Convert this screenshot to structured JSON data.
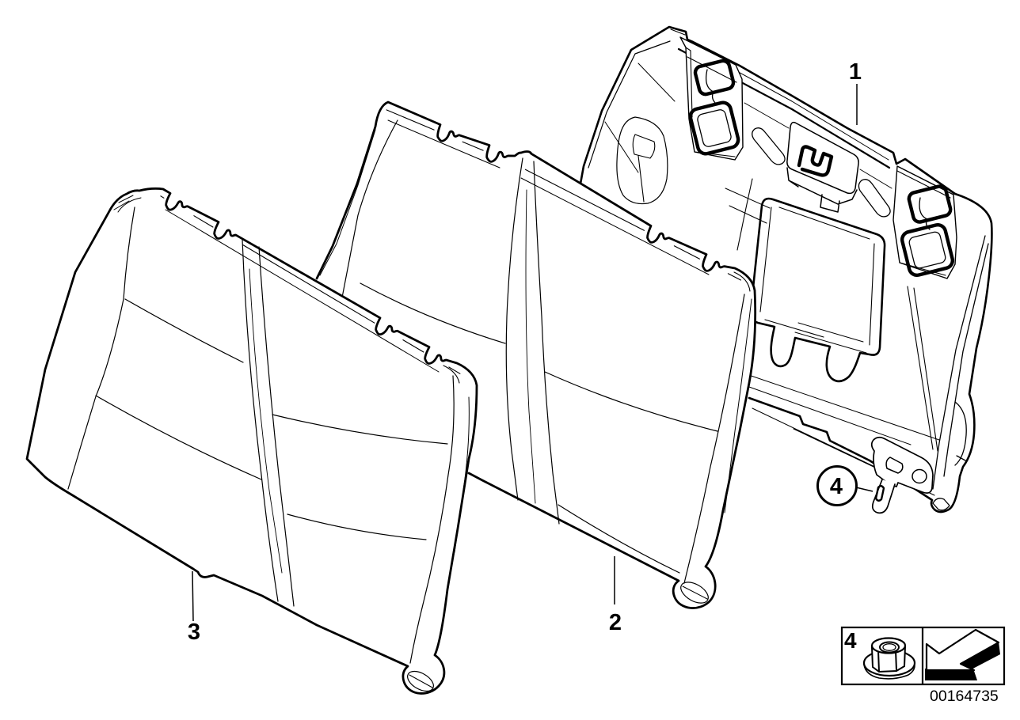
{
  "figure": {
    "type": "parts-diagram",
    "background_color": "#ffffff",
    "line_color": "#000000"
  },
  "parts": [
    {
      "callout": "1",
      "name": "backrest frame panel"
    },
    {
      "callout": "2",
      "name": "middle backrest cushion"
    },
    {
      "callout": "3",
      "name": "front backrest cushion"
    },
    {
      "callout": "4",
      "name": "flange nut fastener",
      "circled": true
    }
  ],
  "callouts": {
    "c1": {
      "label": "1"
    },
    "c2": {
      "label": "2"
    },
    "c3": {
      "label": "3"
    },
    "c4": {
      "label": "4"
    }
  },
  "legend": {
    "item_label": "4",
    "item_icon": "flange-nut",
    "symbol_icon": "direction-arrow"
  },
  "footer": {
    "part_number": "00164735"
  }
}
